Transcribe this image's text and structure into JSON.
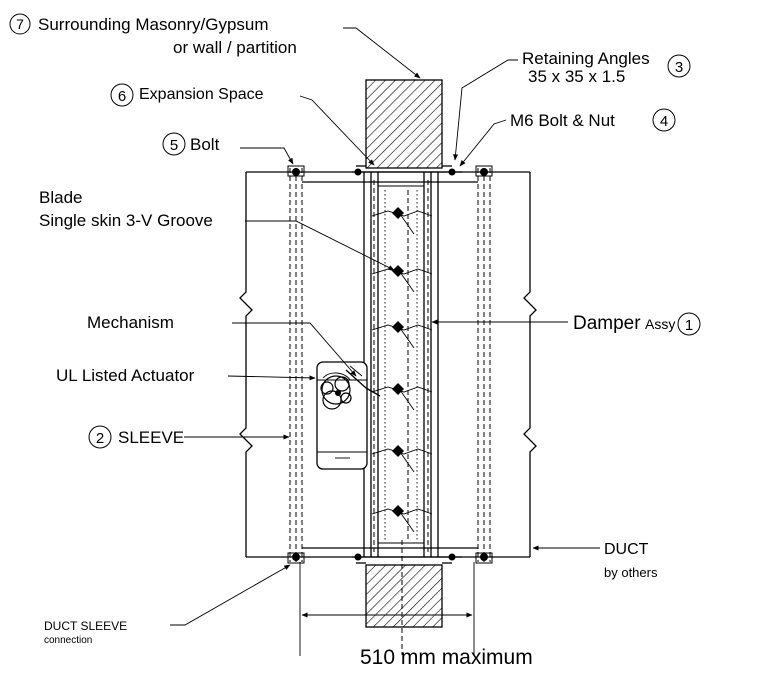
{
  "labels": {
    "surrounding_line1": "Surrounding Masonry/Gypsum",
    "surrounding_line2": "or  wall / partition",
    "surrounding_num": "7",
    "retaining_line1": "Retaining Angles",
    "retaining_line2": "35 x 35 x 1.5",
    "retaining_num": "3",
    "expansion": "Expansion Space",
    "expansion_num": "6",
    "m6bolt": "M6 Bolt & Nut",
    "m6bolt_num": "4",
    "bolt": "Bolt",
    "bolt_num": "5",
    "blade_line1": "Blade",
    "blade_line2": "Single skin 3-V Groove",
    "mechanism": "Mechanism",
    "damper": "Damper",
    "damper_assy": "Assy",
    "damper_num": "1",
    "actuator": "UL Listed  Actuator",
    "sleeve": "SLEEVE",
    "sleeve_num": "2",
    "duct": "DUCT",
    "duct_sub": "by others",
    "duct_sleeve": "DUCT SLEEVE",
    "duct_sleeve_sub": "connection",
    "dimension": "510 mm  maximum"
  },
  "colors": {
    "line": "#000000",
    "background": "#ffffff"
  }
}
